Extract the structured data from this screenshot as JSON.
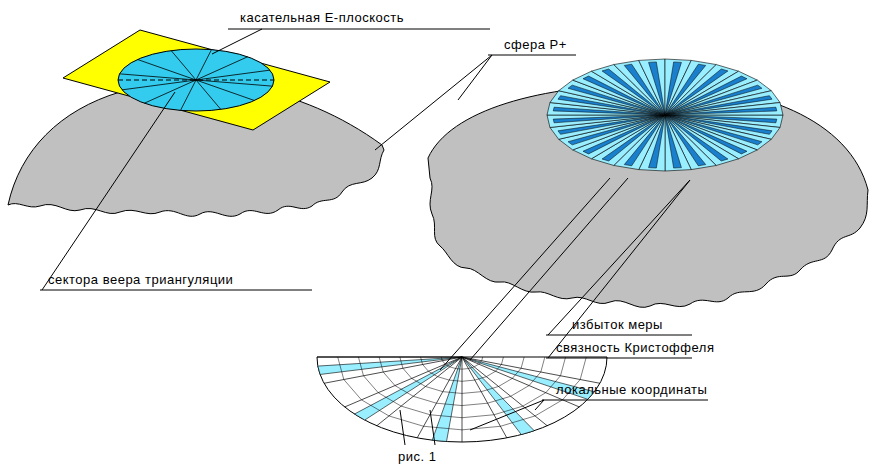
{
  "diagram": {
    "caption": "рис. 1",
    "labels": [
      "касательная Е-плоскость",
      "сфера Р+",
      "сектора веера триангуляции",
      "избыток меры",
      "связность Кристоффеля",
      "локальные координаты"
    ]
  }
}
